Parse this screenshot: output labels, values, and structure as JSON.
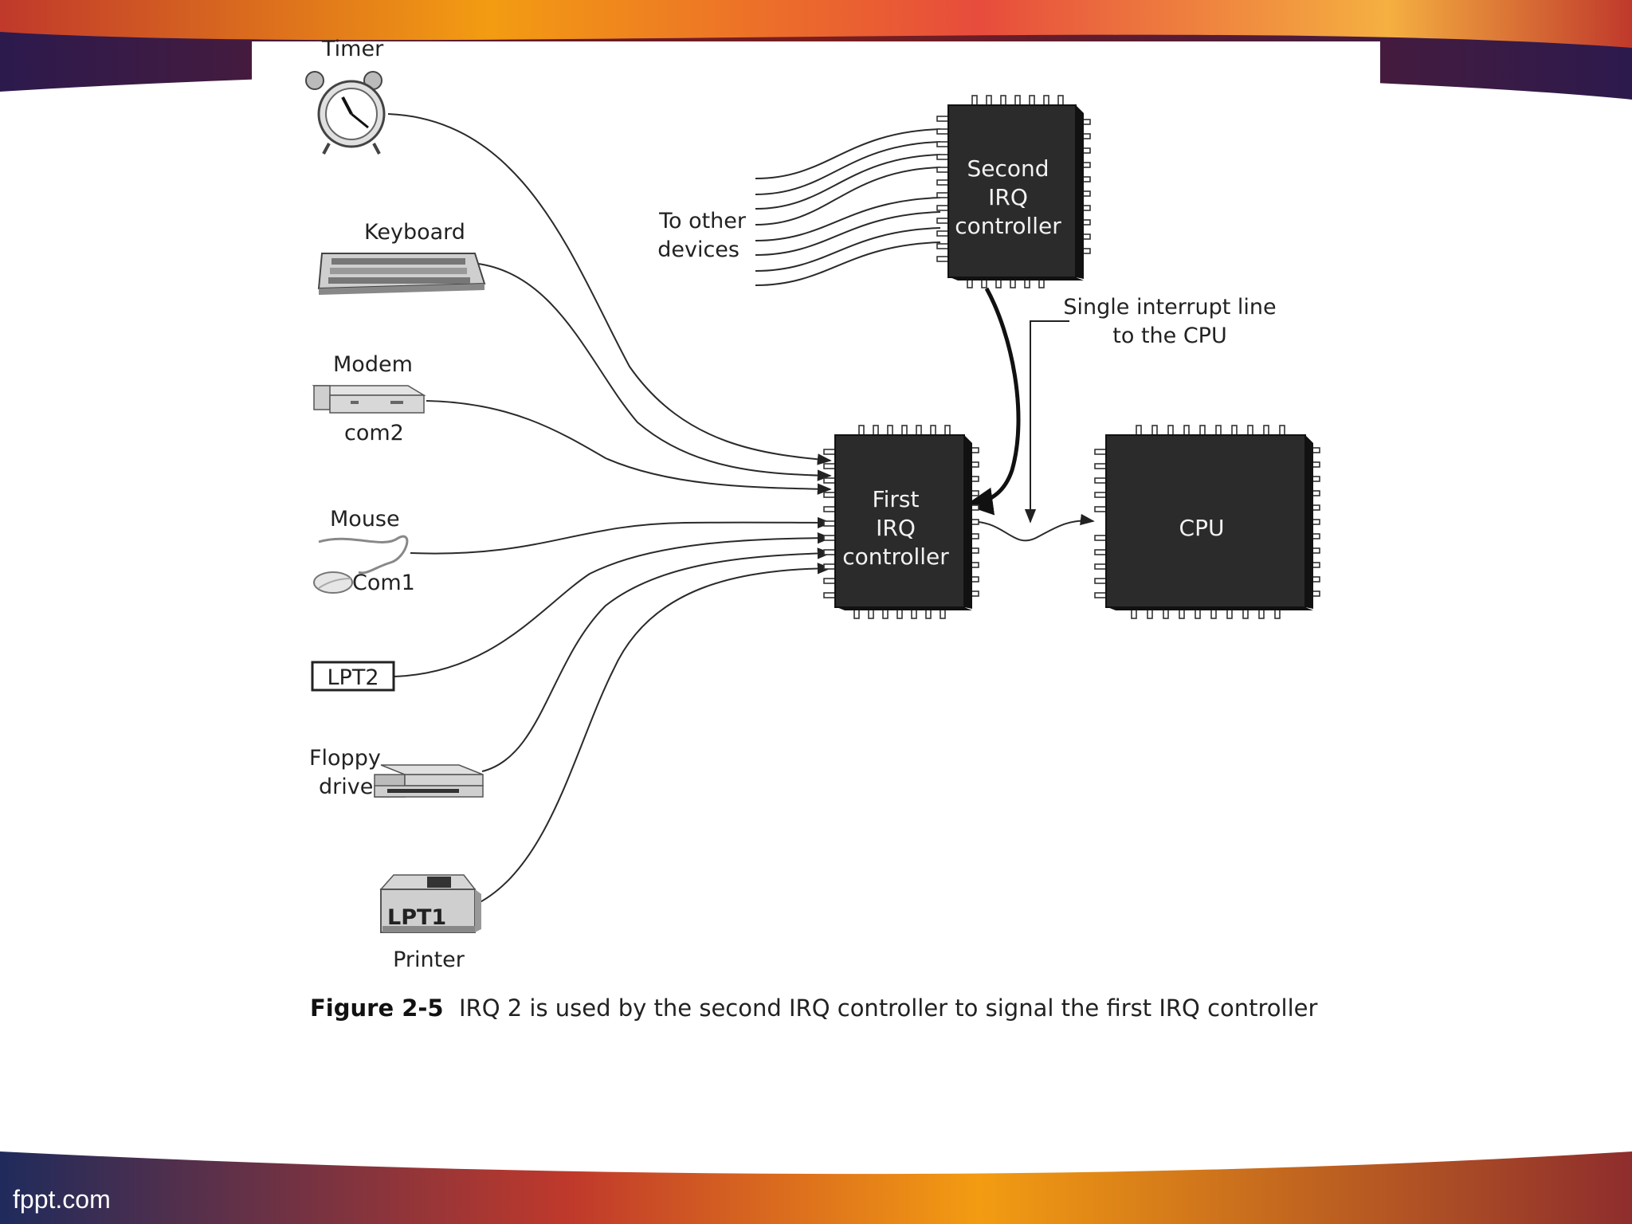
{
  "devices": {
    "timer": "Timer",
    "keyboard": "Keyboard",
    "modem": "Modem",
    "modem_port": "com2",
    "mouse": "Mouse",
    "mouse_port": "Com1",
    "lpt2": "LPT2",
    "floppy_line1": "Floppy",
    "floppy_line2": "drive",
    "printer_port": "LPT1",
    "printer": "Printer"
  },
  "other_devices": {
    "line1": "To other",
    "line2": "devices"
  },
  "second_controller": {
    "line1": "Second",
    "line2": "IRQ",
    "line3": "controller"
  },
  "first_controller": {
    "line1": "First",
    "line2": "IRQ",
    "line3": "controller"
  },
  "cpu": {
    "label": "CPU"
  },
  "interrupt_note": {
    "line1": "Single interrupt line",
    "line2": "to the CPU"
  },
  "caption": {
    "figure": "Figure 2-5",
    "text": "IRQ 2 is used by the second IRQ controller to signal the first IRQ controller"
  },
  "footer": {
    "brand": "fppt.com"
  }
}
